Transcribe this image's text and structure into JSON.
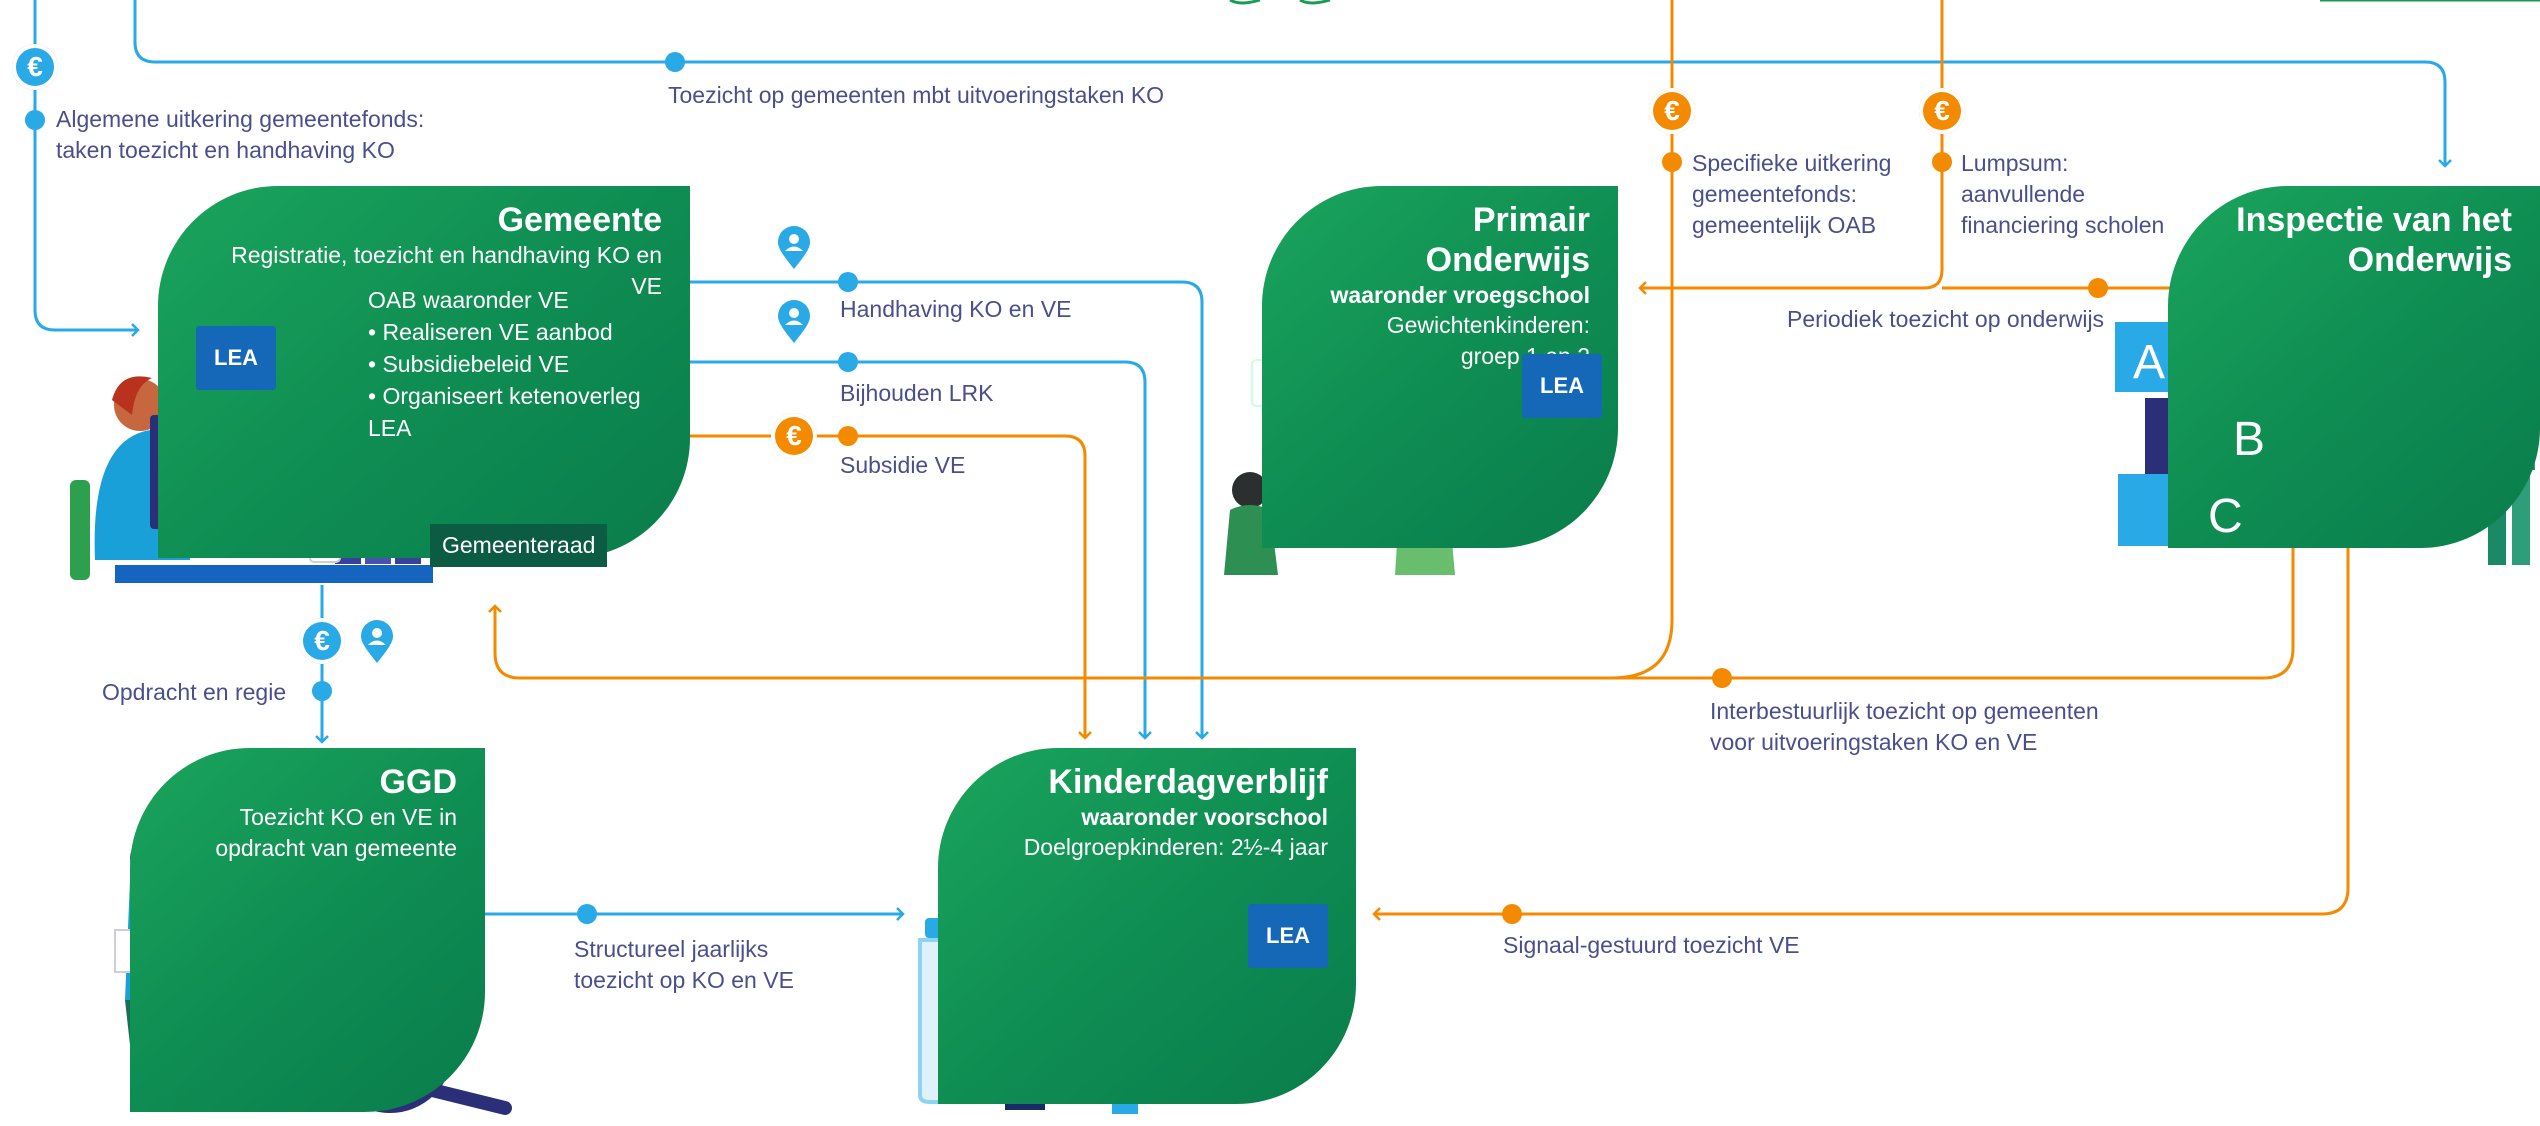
{
  "nodes": {
    "gemeente": {
      "title": "Gemeente",
      "subtitle": "Registratie, toezicht en handhaving KO en VE",
      "oab_title": "OAB waaronder VE",
      "oab_items": [
        "Realiseren VE aanbod",
        "Subsidiebeleid VE",
        "Organiseert ketenoverleg LEA"
      ],
      "lea": "LEA",
      "raad": "Gemeenteraad"
    },
    "primair": {
      "title": "Primair Onderwijs",
      "subtitle": "waaronder vroegschool",
      "line1": "Gewichtenkinderen:",
      "line2": "groep 1 en 2",
      "lea": "LEA"
    },
    "inspectie": {
      "title_line1": "Inspectie van het",
      "title_line2": "Onderwijs"
    },
    "ggd": {
      "title": "GGD",
      "line1": "Toezicht KO en VE in",
      "line2": "opdracht van gemeente"
    },
    "kdv": {
      "title": "Kinderdagverblijf",
      "subtitle": "waaronder voorschool",
      "line1": "Doelgroepkinderen: 2½-4 jaar",
      "lea": "LEA"
    }
  },
  "edges": {
    "algemene_l1": "Algemene uitkering gemeentefonds:",
    "algemene_l2": "taken toezicht en handhaving KO",
    "toezicht_top": "Toezicht op gemeenten mbt uitvoeringstaken KO",
    "specifieke_l1": "Specifieke uitkering",
    "specifieke_l2": "gemeentefonds:",
    "specifieke_l3": "gemeentelijk OAB",
    "lumpsum_l1": "Lumpsum:",
    "lumpsum_l2": "aanvullende",
    "lumpsum_l3": "financiering scholen",
    "periodiek": "Periodiek toezicht op onderwijs",
    "handhaving": "Handhaving KO en VE",
    "lrk": "Bijhouden LRK",
    "subsidie": "Subsidie VE",
    "opdracht": "Opdracht en regie",
    "interbestuurlijk_l1": "Interbestuurlijk toezicht op gemeenten",
    "interbestuurlijk_l2": "voor uitvoeringstaken KO en VE",
    "structureel_l1": "Structureel jaarlijks",
    "structureel_l2": "toezicht op KO en VE",
    "signaal": "Signaal-gestuurd toezicht VE"
  },
  "icons": {
    "euro": "euro-icon",
    "location": "location-person-icon",
    "magnifier": "magnifier-icon",
    "abc_blocks": "abc-blocks-icon",
    "first_aid": "first-aid-kit-icon"
  },
  "colors": {
    "green": "#0e8c52",
    "blue_flow": "#29a9e6",
    "orange_flow": "#f38a00",
    "lea_blue": "#1567b7",
    "text": "#4a4f8c"
  },
  "abc": [
    "A",
    "B",
    "C"
  ]
}
